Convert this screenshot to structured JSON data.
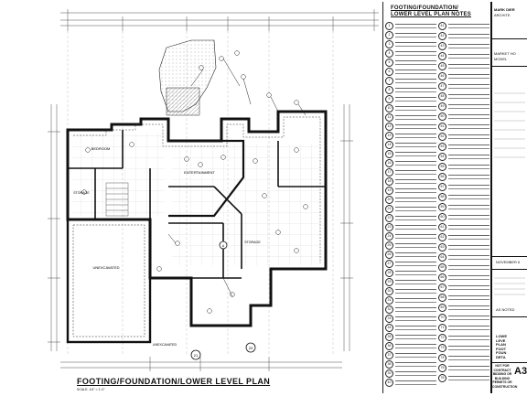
{
  "plan": {
    "title": "FOOTING/FOUNDATION/LOWER LEVEL PLAN",
    "scale_label": "SCALE:",
    "scale_value": "1/4\" = 1'-0\"",
    "rooms": [
      {
        "name": "BEDROOM",
        "id": "bedroom"
      },
      {
        "name": "STORAGE",
        "id": "storage-left"
      },
      {
        "name": "ENTERTAINMENT",
        "id": "entertainment"
      },
      {
        "name": "STORAGE",
        "id": "storage-right"
      },
      {
        "name": "UNEXCAVATED",
        "id": "unexcavated-left"
      },
      {
        "name": "UNEXCAVATED",
        "id": "unexcavated-bottom"
      }
    ],
    "section_markers": [
      "21",
      "23",
      "A"
    ]
  },
  "notes": {
    "title_line1": "FOOTING/FOUNDATION/",
    "title_line2": "LOWER LEVEL PLAN NOTES",
    "left_items": [
      "1",
      "2",
      "3",
      "4",
      "5",
      "6",
      "7",
      "8",
      "9",
      "10",
      "11",
      "12",
      "13",
      "14",
      "15",
      "16",
      "17",
      "18",
      "19",
      "20",
      "21",
      "22",
      "23",
      "24",
      "25",
      "26",
      "27",
      "28",
      "29",
      "30",
      "31",
      "32",
      "33",
      "34",
      "35",
      "36",
      "37",
      "38",
      "39",
      "40"
    ],
    "right_items": [
      "41",
      "42",
      "43",
      "44",
      "45",
      "46",
      "47",
      "48",
      "49",
      "50",
      "51",
      "52",
      "53",
      "54",
      "55",
      "56",
      "57",
      "58",
      "59",
      "60",
      "61",
      "62",
      "63",
      "64",
      "65",
      "66",
      "67",
      "68",
      "69",
      "70",
      "71",
      "72",
      "73",
      "74",
      "75",
      "76"
    ]
  },
  "title_block": {
    "firm": "MARK DIER",
    "firm_sub": "ARCHITE",
    "project": "MARKET HO",
    "model": "MODEL",
    "date": "NOVEMBER 6",
    "scale": "AS NOTED",
    "sheet_desc": [
      "LOWE",
      "LEVE",
      "PLAN",
      "FOOT",
      "FOUN",
      "DETA"
    ],
    "stamp": [
      "NOT FOR",
      "CONTRACT",
      "BIDDING OR",
      "BUILDING",
      "PERMITS OR",
      "CONSTRUCTION"
    ],
    "sheet_no": "A3"
  },
  "colors": {
    "line": "#111111",
    "hatch": "#444444",
    "paper": "#ffffff"
  }
}
